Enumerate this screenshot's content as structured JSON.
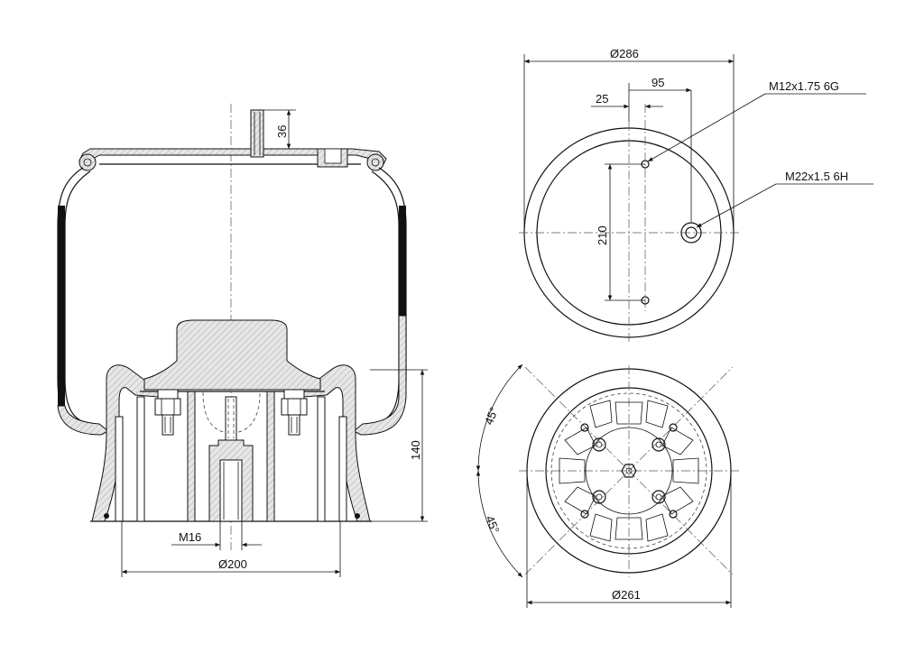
{
  "dimensions": {
    "bolt_height": "36",
    "piston_height": "140",
    "stud_thread": "M16",
    "piston_diameter": "Ø200",
    "top_plate_diameter": "Ø286",
    "offset_95": "95",
    "offset_25": "25",
    "hole_spacing": "210",
    "small_thread": "M12x1.75 6G",
    "large_thread": "M22x1.5 6H",
    "angle_top": "45°",
    "angle_bottom": "45°",
    "base_diameter": "Ø261"
  }
}
